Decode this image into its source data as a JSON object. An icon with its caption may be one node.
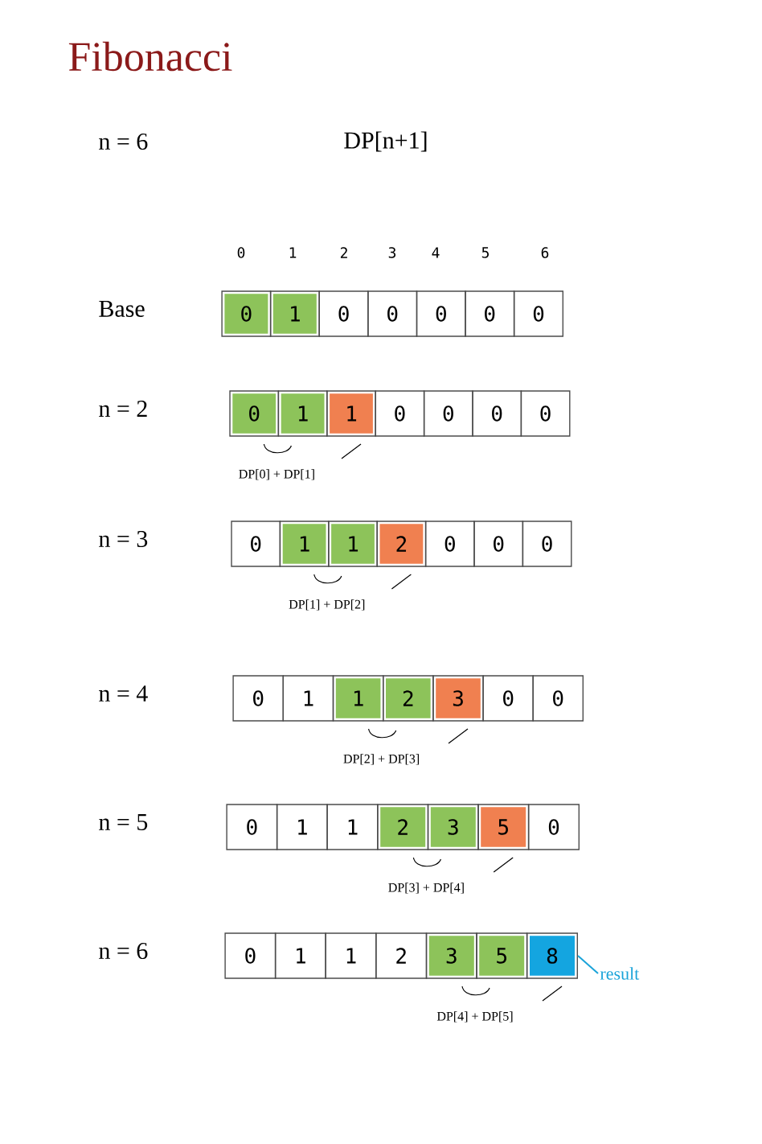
{
  "diagram": {
    "title": "Fibonacci",
    "nodes": [
      {
        "text": [
          "0"
        ]
      },
      {
        "text": [
          "1"
        ]
      },
      {
        "text": [
          "0"
        ]
      },
      {
        "text": [
          "0"
        ]
      },
      {
        "text": [
          "0"
        ]
      },
      {
        "text": [
          "0"
        ]
      },
      {
        "text": [
          "0"
        ]
      },
      {
        "text": [
          "0"
        ]
      },
      {
        "text": [
          "1"
        ]
      },
      {
        "text": [
          "1"
        ]
      },
      {
        "text": [
          "0"
        ]
      },
      {
        "text": [
          "0"
        ]
      },
      {
        "text": [
          "0"
        ]
      },
      {
        "text": [
          "0"
        ]
      },
      {
        "text": [
          "0"
        ]
      },
      {
        "text": [
          "1"
        ]
      },
      {
        "text": [
          "1"
        ]
      },
      {
        "text": [
          "2"
        ]
      },
      {
        "text": [
          "0"
        ]
      },
      {
        "text": [
          "0"
        ]
      },
      {
        "text": [
          "0"
        ]
      },
      {
        "text": [
          "0"
        ]
      },
      {
        "text": [
          "1"
        ]
      },
      {
        "text": [
          "1"
        ]
      },
      {
        "text": [
          "2"
        ]
      },
      {
        "text": [
          "3"
        ]
      },
      {
        "text": [
          "0"
        ]
      },
      {
        "text": [
          "0"
        ]
      },
      {
        "text": [
          "0"
        ]
      },
      {
        "text": [
          "1"
        ]
      },
      {
        "text": [
          "1"
        ]
      },
      {
        "text": [
          "2"
        ]
      },
      {
        "text": [
          "3"
        ]
      },
      {
        "text": [
          "5"
        ]
      },
      {
        "text": [
          "0"
        ]
      },
      {
        "text": [
          "0"
        ]
      },
      {
        "text": [
          "1"
        ]
      },
      {
        "text": [
          "1"
        ]
      },
      {
        "text": [
          "2"
        ]
      },
      {
        "text": [
          "3"
        ]
      },
      {
        "text": [
          "5"
        ]
      },
      {
        "text": [
          "8"
        ]
      },
      {
        "text": [
          "result"
        ]
      }
    ],
    "edges": [
      {
        "from": 42,
        "to": 41,
        "arrow": "none",
        "color": "#1aa3d9"
      }
    ],
    "labels": [
      "n = 6",
      "DP[n+1]",
      "0",
      "1",
      "2",
      "3",
      "4",
      "5",
      "6",
      "Base",
      "n = 2",
      "DP[0] + DP[1]",
      "n = 3",
      "DP[1] + DP[2]",
      "n = 4",
      "DP[2] + DP[3]",
      "n = 5",
      "DP[3] + DP[4]",
      "n = 6",
      "DP[4] + DP[5]"
    ]
  }
}
